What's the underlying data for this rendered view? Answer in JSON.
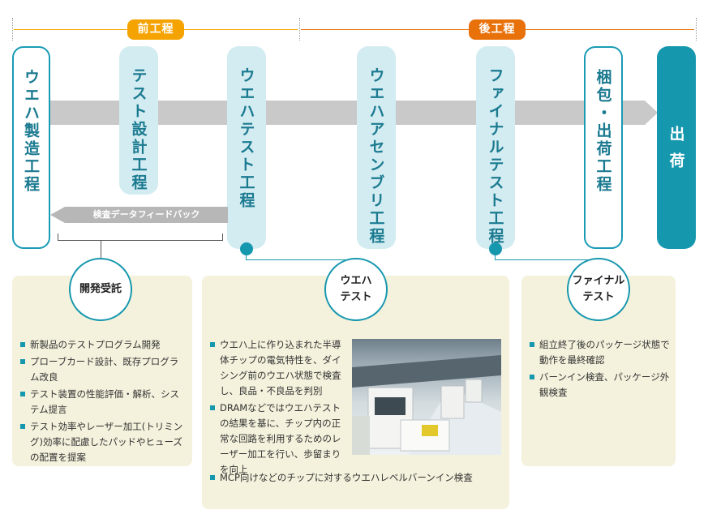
{
  "phases": {
    "front": {
      "label": "前工程",
      "color": "#f5a300"
    },
    "back": {
      "label": "後工程",
      "color": "#e8710a"
    }
  },
  "processes": [
    {
      "label": "ウエハ製造工程",
      "style": "outline"
    },
    {
      "label": "テスト設計工程",
      "style": "light"
    },
    {
      "label": "ウエハテスト工程",
      "style": "light"
    },
    {
      "label": "ウエハアセンブリ工程",
      "style": "light"
    },
    {
      "label": "ファイナルテスト工程",
      "style": "light"
    },
    {
      "label": "梱包・出荷工程",
      "style": "outline"
    },
    {
      "label": "出荷",
      "style": "solid"
    }
  ],
  "feedback": {
    "label": "検査データフィードバック"
  },
  "panels": {
    "dev": {
      "title": "開発受託",
      "items": [
        "新製品のテストプログラム開発",
        "プローブカード設計、既存プログラム改良",
        "テスト装置の性能評価・解析、システム提言",
        "テスト効率やレーザー加工(トリミング)効率に配慮したパッドやヒューズの配置を提案"
      ]
    },
    "wafer": {
      "title_line1": "ウエハ",
      "title_line2": "テスト",
      "items": [
        "ウエハ上に作り込まれた半導体チップの電気特性を、ダイシング前のウエハ状態で検査し、良品・不良品を判別",
        "DRAMなどではウエハテストの結果を基に、チップ内の正常な回路を利用するためのレーザー加工を行い、歩留まりを向上"
      ],
      "wide_item": "MCP向けなどのチップに対するウエハレベルバーンイン検査"
    },
    "final": {
      "title_line1": "ファイナル",
      "title_line2": "テスト",
      "items": [
        "組立終了後のパッケージ状態で動作を最終確認",
        "バーンイン検査、パッケージ外観検査"
      ]
    }
  },
  "colors": {
    "accent": "#1597ae",
    "panel_bg": "#f4f1dc",
    "arrow": "#c9c9c9"
  }
}
